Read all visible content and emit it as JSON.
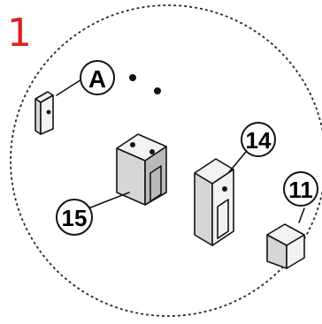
{
  "section": {
    "number": "1",
    "color": "#e02020"
  },
  "callouts": {
    "a": "A",
    "p14": "14",
    "p15": "15",
    "p11": "11"
  },
  "colors": {
    "line": "#141414",
    "background": "#ffffff",
    "detail_circle": "#2a2a2a"
  }
}
